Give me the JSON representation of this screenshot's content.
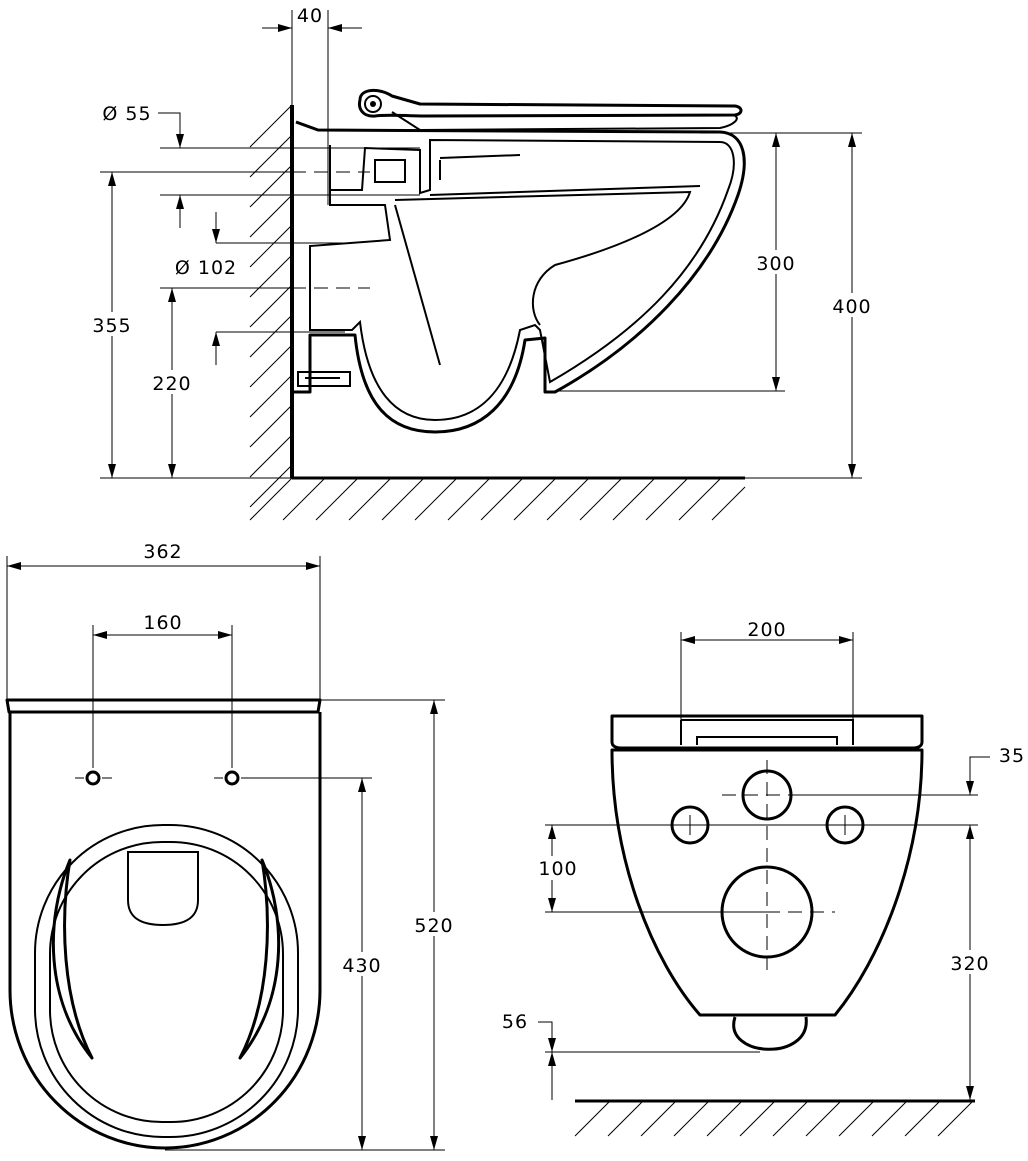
{
  "side_view": {
    "dim_offset": "40",
    "dim_inlet_diameter": "Ø 55",
    "dim_outlet_diameter": "Ø 102",
    "dim_inlet_height": "355",
    "dim_outlet_height": "220",
    "dim_bowl_height": "300",
    "dim_total_height": "400"
  },
  "top_view": {
    "dim_width": "362",
    "dim_hole_spacing": "160",
    "dim_length": "520",
    "dim_hole_to_front": "430"
  },
  "rear_view": {
    "dim_seat_holes": "200",
    "dim_top_offset": "35",
    "dim_center_spacing": "100",
    "dim_fixing_height": "320",
    "dim_outlet_floor": "56"
  }
}
